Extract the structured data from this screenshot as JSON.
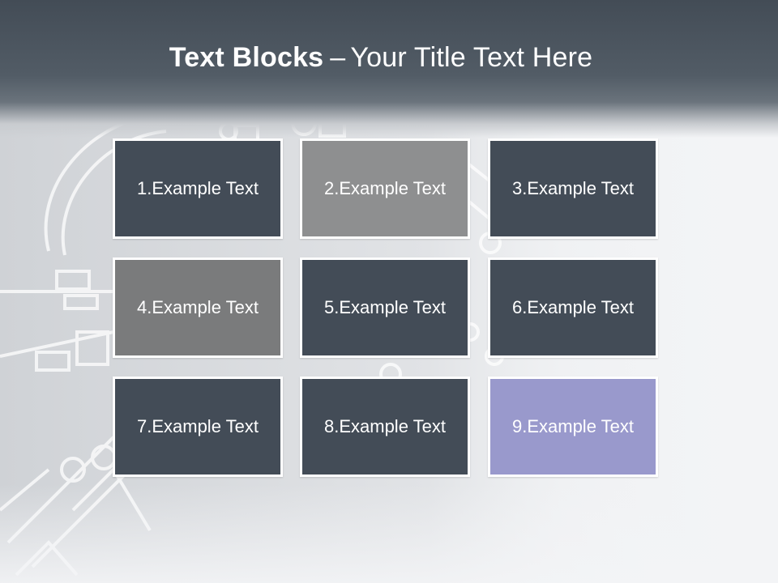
{
  "title": {
    "bold": "Text Blocks",
    "separator": "–",
    "rest": "Your Title Text Here"
  },
  "blocks": [
    {
      "label": "1.Example Text",
      "color": "#434c57"
    },
    {
      "label": "2.Example Text",
      "color": "#8e8f90"
    },
    {
      "label": "3.Example Text",
      "color": "#434c57"
    },
    {
      "label": "4.Example Text",
      "color": "#7a7b7c"
    },
    {
      "label": "5.Example Text",
      "color": "#434c57"
    },
    {
      "label": "6.Example Text",
      "color": "#434c57"
    },
    {
      "label": "7.Example Text",
      "color": "#434c57"
    },
    {
      "label": "8.Example Text",
      "color": "#434c57"
    },
    {
      "label": "9.Example Text",
      "color": "#9999cc"
    }
  ],
  "colors": {
    "header": "#4b545e",
    "block_dark": "#434c57",
    "block_border": "#ffffff",
    "accent": "#9999cc"
  }
}
